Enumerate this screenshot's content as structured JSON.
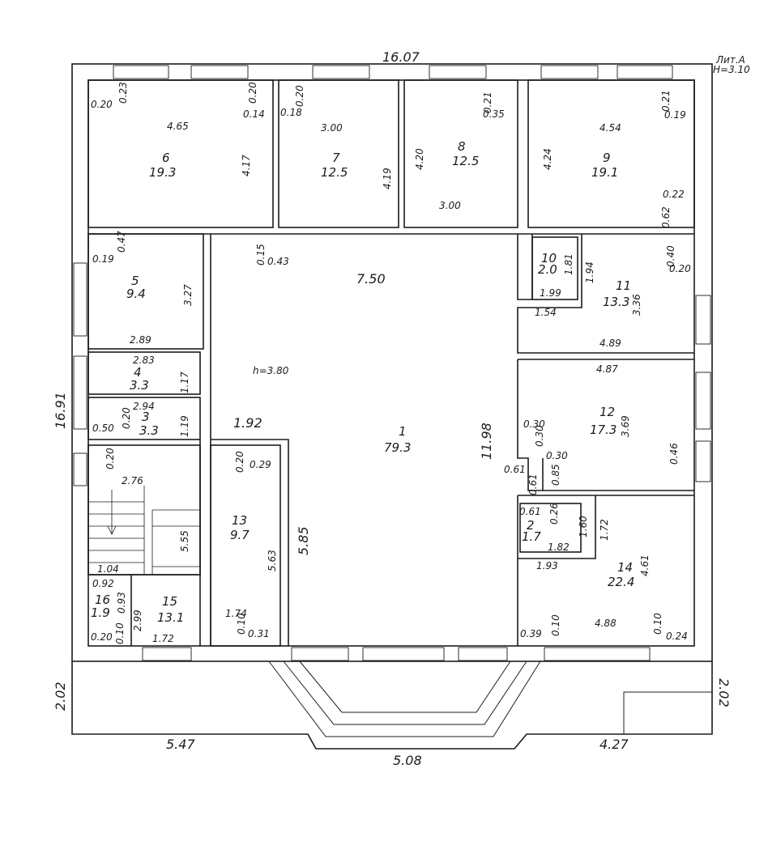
{
  "stamp": [
    "Лит.А",
    "Н=3.10"
  ],
  "outer_dimensions": {
    "top": "16.07",
    "left": "16.91",
    "bottom_left": "5.47",
    "bottom_center": "5.08",
    "bottom_right": "4.27",
    "porch_left": "2.02",
    "porch_right": "2.02"
  },
  "rooms": [
    {
      "id": "r1",
      "number": "1",
      "area": "79.3"
    },
    {
      "id": "r2",
      "number": "2",
      "area": "1.7"
    },
    {
      "id": "r3",
      "number": "3",
      "area": "3.3"
    },
    {
      "id": "r4",
      "number": "4",
      "area": "3.3"
    },
    {
      "id": "r5",
      "number": "5",
      "area": "9.4"
    },
    {
      "id": "r6",
      "number": "6",
      "area": "19.3"
    },
    {
      "id": "r7",
      "number": "7",
      "area": "12.5"
    },
    {
      "id": "r8",
      "number": "8",
      "area": "12.5"
    },
    {
      "id": "r9",
      "number": "9",
      "area": "19.1"
    },
    {
      "id": "r10",
      "number": "10",
      "area": "2.0"
    },
    {
      "id": "r11",
      "number": "11",
      "area": "13.3"
    },
    {
      "id": "r12",
      "number": "12",
      "area": "17.3"
    },
    {
      "id": "r13",
      "number": "13",
      "area": "9.7"
    },
    {
      "id": "r14",
      "number": "14",
      "area": "22.4"
    },
    {
      "id": "r15",
      "number": "15",
      "area": "13.1"
    },
    {
      "id": "r16",
      "number": "16",
      "area": "1.9"
    }
  ],
  "ceiling_height": "h=3.80",
  "dimensions": [
    "0.20",
    "0.23",
    "4.65",
    "0.20",
    "0.14",
    "4.17",
    "0.20",
    "0.18",
    "3.00",
    "4.19",
    "0.21",
    "0.35",
    "4.20",
    "3.00",
    "4.54",
    "0.21",
    "0.19",
    "4.24",
    "0.22",
    "0.62",
    "0.19",
    "0.47",
    "3.27",
    "2.89",
    "0.15",
    "0.43",
    "7.50",
    "1.81",
    "1.99",
    "1.94",
    "1.54",
    "0.40",
    "0.20",
    "3.36",
    "4.89",
    "2.83",
    "1.17",
    "2.94",
    "1.19",
    "0.20",
    "0.50",
    "1.92",
    "4.87",
    "0.30",
    "0.30",
    "0.30",
    "3.69",
    "0.46",
    "0.61",
    "0.20",
    "2.76",
    "0.20",
    "0.29",
    "5.55",
    "5.63",
    "5.85",
    "11.98",
    "0.61",
    "0.26",
    "0.85",
    "0.61",
    "1.60",
    "1.72",
    "1.82",
    "1.93",
    "4.61",
    "1.04",
    "0.92",
    "0.93",
    "2.99",
    "1.74",
    "0.10",
    "0.31",
    "0.20",
    "0.10",
    "1.72",
    "0.39",
    "0.10",
    "4.88",
    "0.10",
    "0.24"
  ]
}
